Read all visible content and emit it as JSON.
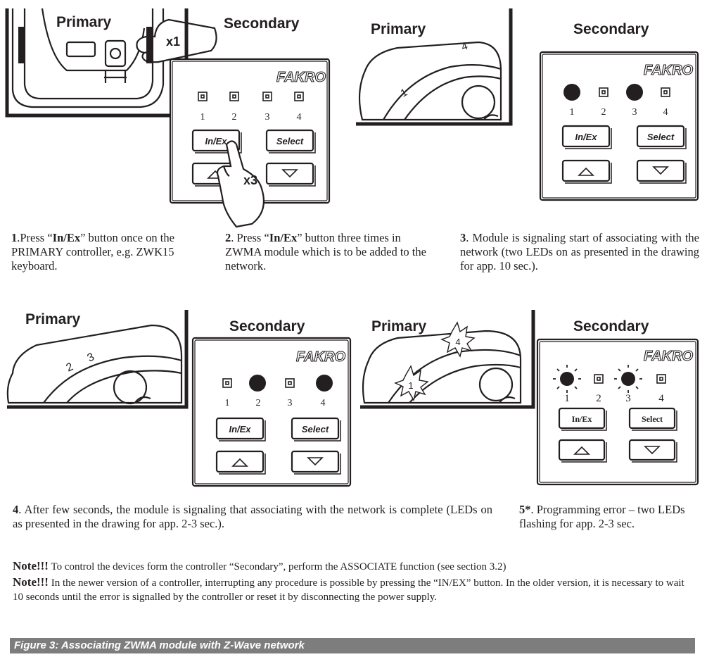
{
  "labels": {
    "primary": "Primary",
    "secondary": "Secondary",
    "brand": "FAKRO",
    "x1": "x1",
    "x3": "x3",
    "in_ex": "In/Ex",
    "select": "Select",
    "led_numbers": [
      "1",
      "2",
      "3",
      "4"
    ]
  },
  "captions": {
    "step1": {
      "num": "1",
      "pre": ".Press “",
      "bold": "In/Ex",
      "post": "” button once on the PRIMARY controller, e.g. ZWK15 keyboard."
    },
    "step2": {
      "num": "2",
      "pre": ". Press “",
      "bold": "In/Ex",
      "post": "” button three times in ZWMA module which is to be added to the network."
    },
    "step3": {
      "num": "3",
      "text": ". Module is signaling start of associating with the network (two LEDs on as presented in the drawing for app. 10 sec.)."
    },
    "step4": {
      "num": "4",
      "text": ". After few seconds, the module is signaling that associating with the network is complete (LEDs on as presented in the drawing for app. 2-3 sec.)."
    },
    "step5": {
      "num": "5*",
      "text": ". Programming error – two LEDs flashing  for app. 2-3 sec."
    }
  },
  "notes": [
    {
      "bold": "Note!!!",
      "text": " To control the devices form the controller “Secondary”, perform the ASSOCIATE function (see section 3.2)"
    },
    {
      "bold": "Note!!!",
      "text": " In the newer version of a controller, interrupting any procedure is possible by pressing the “IN/EX” button. In the older version, it is necessary to wait 10 seconds until the error is signalled by the controller or reset it by disconnecting the power supply."
    }
  ],
  "figure_caption": "Figure 3: Associating ZWMA module with Z-Wave network",
  "led_states": {
    "panel1": [
      "off",
      "off",
      "off",
      "off"
    ],
    "panel2": [
      "on",
      "off",
      "on",
      "off"
    ],
    "panel3": [
      "off",
      "on",
      "off",
      "on"
    ],
    "panel4": [
      "flash",
      "off",
      "flash",
      "off"
    ]
  },
  "colors": {
    "ink": "#231f20",
    "caption_bar": "#7d7d7d"
  }
}
